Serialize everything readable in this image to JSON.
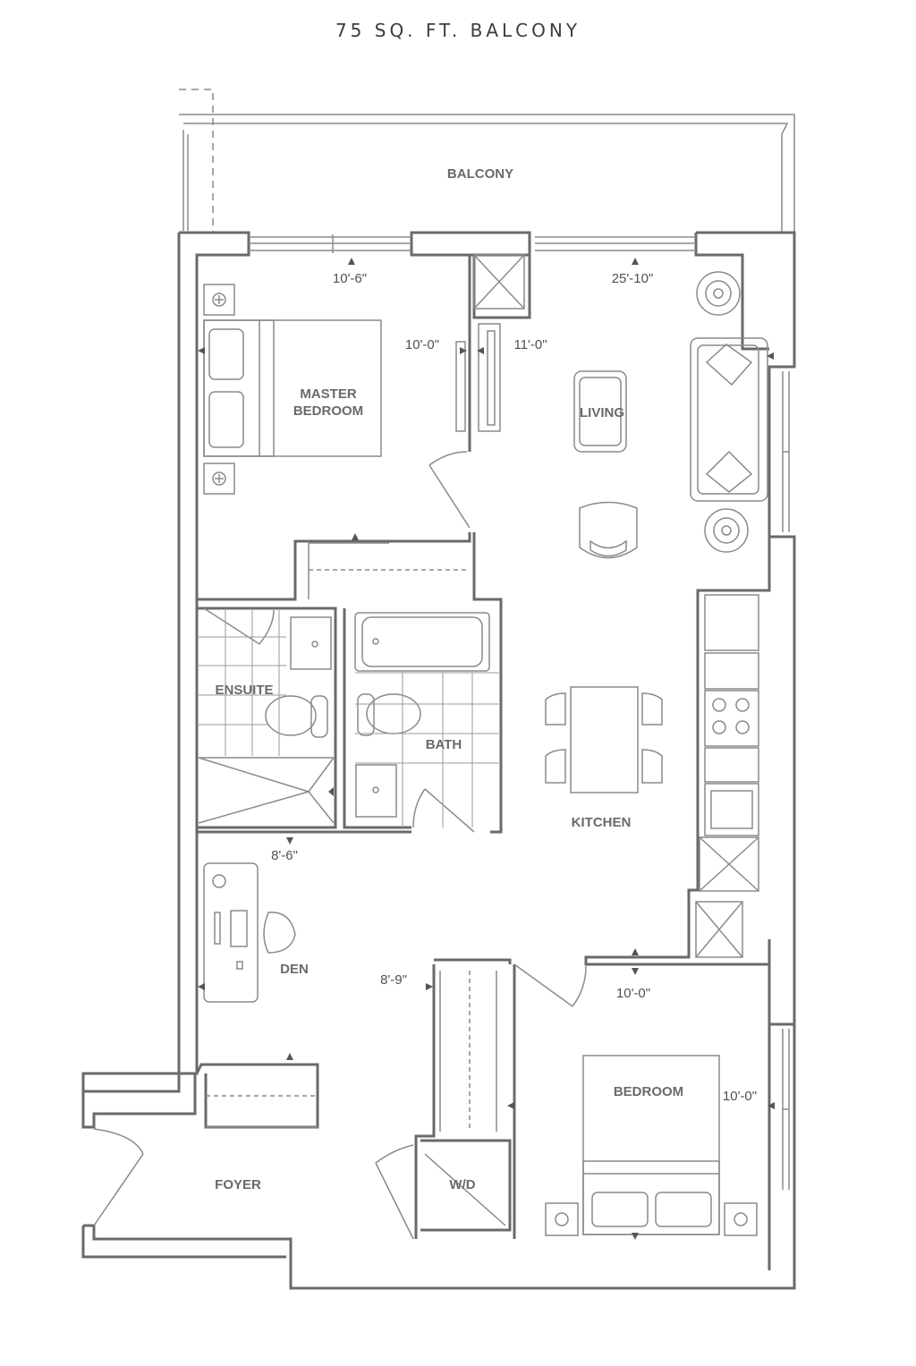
{
  "caption": "75 SQ. FT. BALCONY",
  "rooms": {
    "balcony": "BALCONY",
    "master_bedroom_1": "MASTER",
    "master_bedroom_2": "BEDROOM",
    "living": "LIVING",
    "ensuite": "ENSUITE",
    "bath": "BATH",
    "kitchen": "KITCHEN",
    "den": "DEN",
    "bedroom": "BEDROOM",
    "foyer": "FOYER",
    "wd": "W/D"
  },
  "dimensions": {
    "master_width": "10'-6\"",
    "master_depth": "10'-0\"",
    "living_width": "25'-10\"",
    "living_depth": "11'-0\"",
    "den_width": "8'-6\"",
    "den_depth": "8'-9\"",
    "bedroom_width": "10'-0\"",
    "bedroom_depth": "10'-0\""
  }
}
